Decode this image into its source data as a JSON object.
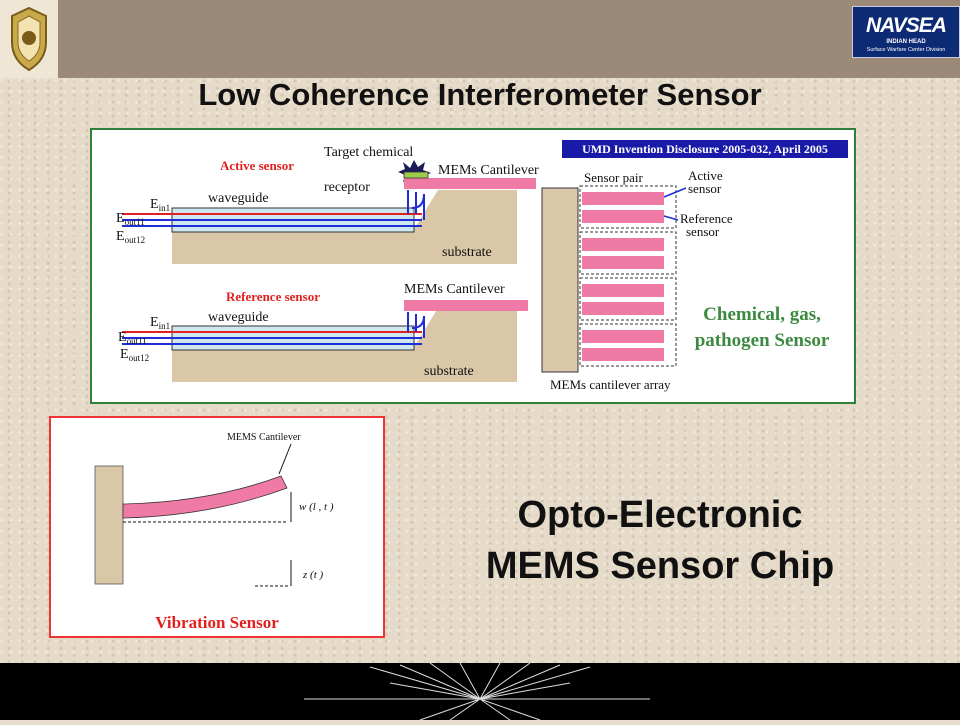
{
  "header": {
    "crest_name": "seal-crest",
    "logo": {
      "word": "NAVSEA",
      "sub1": "INDIAN HEAD",
      "sub2": "Surface Warfare Center Division"
    },
    "title": "Low Coherence Interferometer Sensor"
  },
  "diagram": {
    "disclosure": "UMD Invention Disclosure 2005-032, April 2005",
    "active": {
      "heading": "Active sensor",
      "target": "Target chemical",
      "cantilever": "MEMs Cantilever",
      "receptor": "receptor",
      "waveguide": "waveguide",
      "ein": "E",
      "ein_sub": "in1",
      "eout11": "E",
      "eout11_sub": "out11",
      "eout12": "E",
      "eout12_sub": "out12",
      "substrate": "substrate"
    },
    "reference": {
      "heading": "Reference sensor",
      "cantilever": "MEMs Cantilever",
      "waveguide": "waveguide",
      "ein": "E",
      "ein_sub": "in1",
      "eout11": "E",
      "eout11_sub": "out11",
      "eout12": "E",
      "eout12_sub": "out12",
      "substrate": "substrate"
    },
    "array": {
      "pair": "Sensor pair",
      "active1": "Active",
      "active2": "sensor",
      "ref1": "Reference",
      "ref2": "sensor",
      "caption": "MEMs cantilever array",
      "green1": "Chemical, gas,",
      "green2": "pathogen Sensor"
    }
  },
  "vibration": {
    "label": "MEMS Cantilever",
    "w": "w (l , t )",
    "z": "z (t )",
    "title": "Vibration Sensor"
  },
  "main_text": {
    "line1": "Opto-Electronic",
    "line2": "MEMS Sensor Chip"
  },
  "colors": {
    "pink": "#f07aa6",
    "green": "#3b8a3f",
    "red": "#e32020",
    "blue": "#1d2ed6",
    "navy": "#0d2a74"
  }
}
